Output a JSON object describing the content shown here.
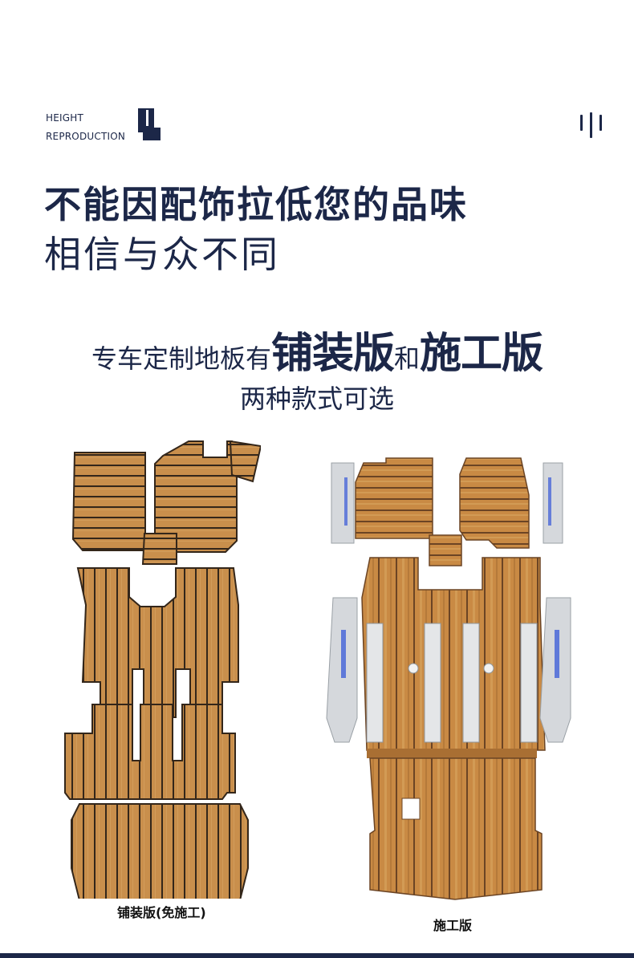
{
  "brand": {
    "line1": "HEIGHT",
    "line2": "REPRODUCTION"
  },
  "headline": "不能因配饰拉低您的品味",
  "subhead": "相信与众不同",
  "promo": {
    "prefix": "专车定制地板有",
    "option1": "铺装版",
    "connector": "和",
    "option2": "施工版",
    "line2": "两种款式可选"
  },
  "captions": {
    "left": "铺装版(免施工)",
    "right": "施工版"
  },
  "icons": {
    "brand_mark": "seat-mark-icon",
    "menu": "vertical-bars-icon"
  },
  "colors": {
    "navy": "#1c2748",
    "wood": "#c98f4c",
    "wood_light": "#d7a566",
    "seam": "#3b2a1c",
    "metal": "#d5d8dc",
    "blue_light": "#4a68d8"
  }
}
